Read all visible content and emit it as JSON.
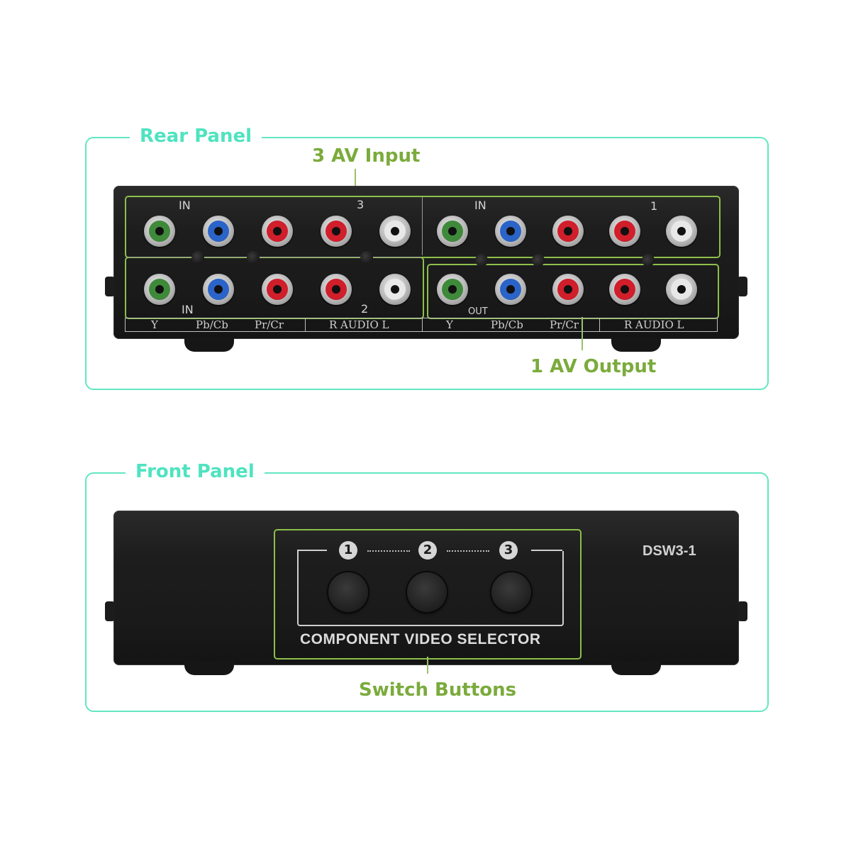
{
  "rear_panel": {
    "title": "Rear Panel",
    "callout_input": "3 AV Input",
    "callout_output": "1 AV Output",
    "group_labels": {
      "in_3": "IN",
      "num_3": "3",
      "in_1": "IN",
      "num_1": "1",
      "in_2": "IN",
      "num_2": "2",
      "out": "OUT"
    },
    "bottom_labels_left": [
      "Y",
      "Pb/Cb",
      "Pr/Cr",
      "R AUDIO L"
    ],
    "bottom_labels_right": [
      "Y",
      "Pb/Cb",
      "Pr/Cr",
      "R AUDIO L"
    ],
    "jack_colors": {
      "green": "#3f8a3a",
      "blue": "#2b64c8",
      "red": "#d01e2a",
      "white": "#e8e8e8"
    }
  },
  "front_panel": {
    "title": "Front Panel",
    "callout_switch": "Switch Buttons",
    "button_numbers": [
      "1",
      "2",
      "3"
    ],
    "selector_label": "COMPONENT VIDEO SELECTOR",
    "model": "DSW3-1"
  },
  "colors": {
    "frame": "#63e6c3",
    "title": "#4fe3c0",
    "callout": "#7bab3c",
    "highlight_box": "#8cbf4a"
  }
}
